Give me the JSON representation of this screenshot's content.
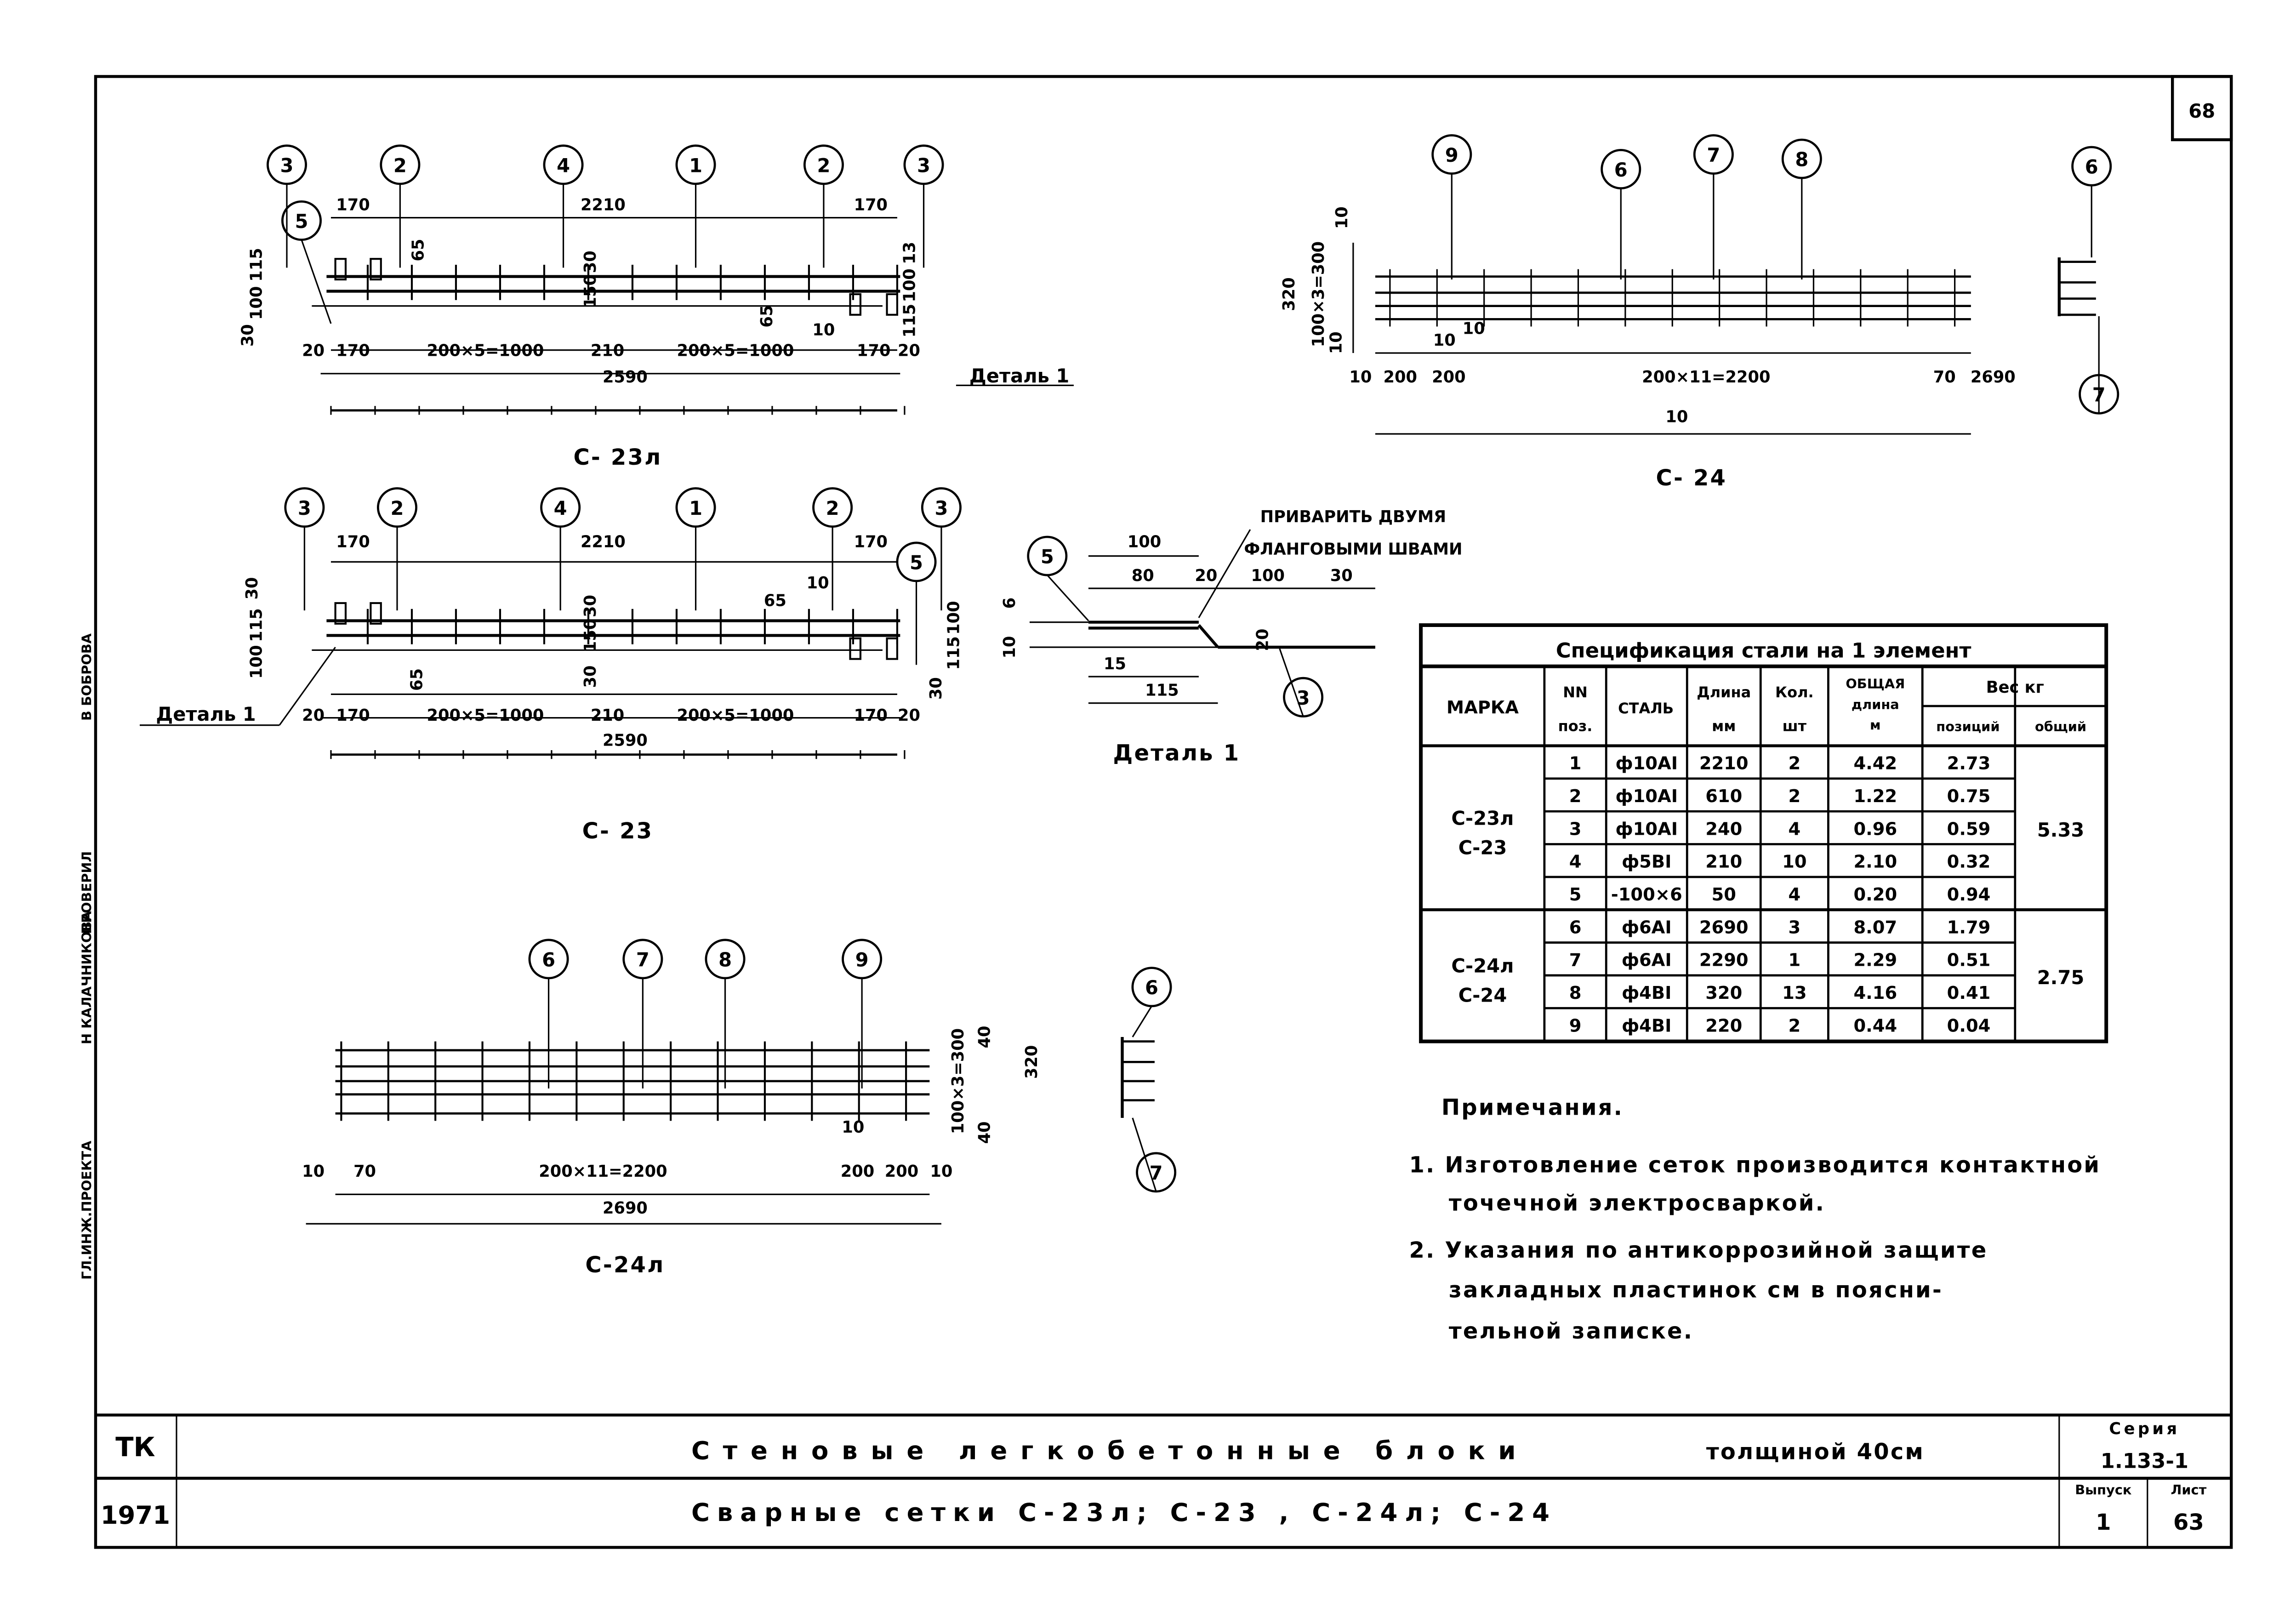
{
  "sheet_number": "68",
  "stamp": {
    "labels": [
      "ГЛ.ИНЖ.ПРОЕКТА",
      "Н КАЛАЧНИКОВА",
      "ПРОВЕРИЛ",
      "В БОБРОВА"
    ]
  },
  "c23l": {
    "title": "С- 23л",
    "detail_ref": "Деталь 1",
    "callouts": [
      "3",
      "2",
      "4",
      "1",
      "2",
      "3",
      "5"
    ],
    "dims": [
      "170",
      "2210",
      "170",
      "65",
      "30",
      "150",
      "10",
      "115",
      "100",
      "30",
      "13",
      "100",
      "115",
      "20",
      "170",
      "200×5=1000",
      "210",
      "200×5=1000",
      "170",
      "20",
      "2590",
      "65"
    ]
  },
  "c23": {
    "title": "С- 23",
    "detail_ref": "Деталь 1",
    "callouts": [
      "3",
      "2",
      "4",
      "1",
      "2",
      "3",
      "5"
    ],
    "dims": [
      "170",
      "2210",
      "170",
      "30",
      "150",
      "65",
      "10",
      "115",
      "100",
      "30",
      "100",
      "115",
      "30",
      "20",
      "170",
      "200×5=1000",
      "210",
      "200×5=1000",
      "170",
      "20",
      "2590",
      "65",
      "30"
    ]
  },
  "detail1": {
    "title": "Деталь 1",
    "note_line1": "ПРИВАРИТЬ ДВУМЯ",
    "note_line2": "ФЛАНГОВЫМИ ШВАМИ",
    "callouts": [
      "5",
      "3"
    ],
    "dims": [
      "100",
      "80",
      "20",
      "100",
      "30",
      "6",
      "10",
      "15",
      "115",
      "20"
    ]
  },
  "c24": {
    "title": "С- 24",
    "callouts": [
      "9",
      "6",
      "7",
      "8",
      "6",
      "7"
    ],
    "dims": [
      "10",
      "320",
      "100×3=300",
      "10",
      "10",
      "10",
      "200",
      "200",
      "200×11=2200",
      "70",
      "10",
      "2690",
      "10"
    ]
  },
  "c24l": {
    "title": "С-24л",
    "callouts": [
      "6",
      "7",
      "8",
      "9",
      "6",
      "7"
    ],
    "dims": [
      "10",
      "70",
      "200×11=2200",
      "200",
      "200",
      "10",
      "2690",
      "40",
      "100×3=300",
      "320",
      "40",
      "10"
    ]
  },
  "spec_table": {
    "title": "Спецификация стали на 1 элемент",
    "headers": {
      "mark": "МАРКА",
      "pos_1": "NN",
      "pos_2": "поз.",
      "steel": "СТАЛЬ",
      "length_1": "Длина",
      "length_2": "мм",
      "qty_1": "Кол.",
      "qty_2": "шт",
      "total_len_1": "ОБЩАЯ",
      "total_len_2": "длина",
      "total_len_3": "м",
      "weight": "Вес кг",
      "weight_pos": "позиций",
      "weight_total": "общий"
    },
    "groups": [
      {
        "marks": [
          "С-23л",
          "С-23"
        ],
        "total_weight": "5.33",
        "rows": [
          [
            "1",
            "ф10АI",
            "2210",
            "2",
            "4.42",
            "2.73"
          ],
          [
            "2",
            "ф10АI",
            "610",
            "2",
            "1.22",
            "0.75"
          ],
          [
            "3",
            "ф10АI",
            "240",
            "4",
            "0.96",
            "0.59"
          ],
          [
            "4",
            "ф5ВI",
            "210",
            "10",
            "2.10",
            "0.32"
          ],
          [
            "5",
            "-100×6",
            "50",
            "4",
            "0.20",
            "0.94"
          ]
        ]
      },
      {
        "marks": [
          "С-24л",
          "С-24"
        ],
        "total_weight": "2.75",
        "rows": [
          [
            "6",
            "ф6АI",
            "2690",
            "3",
            "8.07",
            "1.79"
          ],
          [
            "7",
            "ф6АI",
            "2290",
            "1",
            "2.29",
            "0.51"
          ],
          [
            "8",
            "ф4ВI",
            "320",
            "13",
            "4.16",
            "0.41"
          ],
          [
            "9",
            "ф4ВI",
            "220",
            "2",
            "0.44",
            "0.04"
          ]
        ]
      }
    ]
  },
  "notes": {
    "heading": "Примечания.",
    "lines": [
      "1. Изготовление сеток производится контактной",
      "точечной электросваркой.",
      "2. Указания по антикоррозийной защите",
      "закладных пластинок см в поясни-",
      "тельной записке."
    ]
  },
  "title_block": {
    "org": "ТК",
    "year": "1971",
    "title": "Стеновые легкобетонные блоки",
    "title_suffix": "толщиной 40см",
    "subtitle": "Сварные сетки С-23л; С-23 , С-24л; С-24",
    "series_label": "Серия",
    "series": "1.133-1",
    "issue_label": "Выпуск",
    "issue": "1",
    "sheet_label": "Лист",
    "sheet": "63"
  }
}
